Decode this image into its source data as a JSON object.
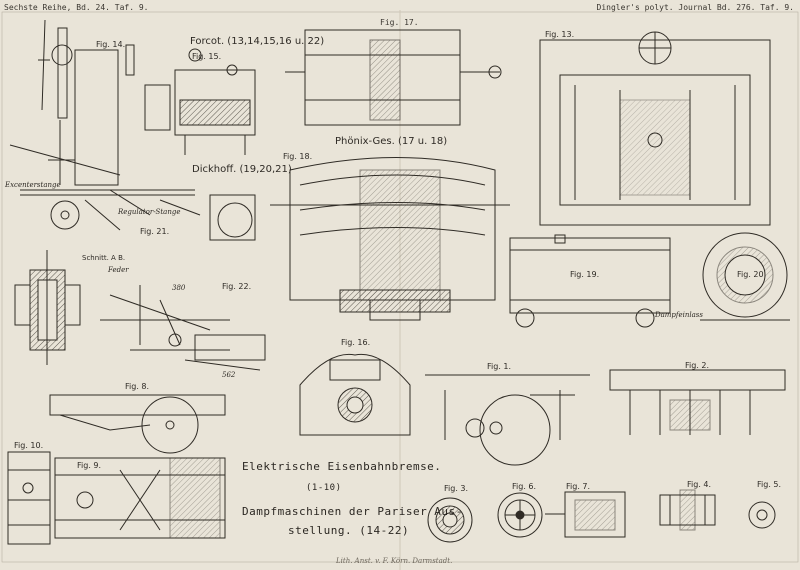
{
  "header": {
    "left": "Sechste Reihe, Bd. 24. Taf. 9.",
    "center": "Fig. 17.",
    "right": "Dingler's polyt. Journal Bd. 276. Taf. 9."
  },
  "makers": {
    "forcot": "Forcot. (13,14,15,16 u. 22)",
    "dickhoff": "Dickhoff. (19,20,21)",
    "phoenix": "Phönix-Ges. (17 u. 18)"
  },
  "figures": {
    "fig1": "Fig. 1.",
    "fig2": "Fig. 2.",
    "fig3": "Fig. 3.",
    "fig4": "Fig. 4.",
    "fig5": "Fig. 5.",
    "fig6": "Fig. 6.",
    "fig7": "Fig. 7.",
    "fig8": "Fig. 8.",
    "fig9": "Fig. 9.",
    "fig10": "Fig. 10.",
    "fig13": "Fig. 13.",
    "fig14": "Fig. 14.",
    "fig15": "Fig. 15.",
    "fig16": "Fig. 16.",
    "fig18": "Fig. 18.",
    "fig19": "Fig. 19.",
    "fig20": "Fig. 20.",
    "fig21": "Fig. 21.",
    "fig22": "Fig. 22."
  },
  "annotations": {
    "excenterstange": "Excenterstange",
    "regulator": "Regulator-Stange",
    "schnitt": "Schnitt. A B.",
    "feder": "Feder",
    "dampfeinlass": "Dampfeinlass",
    "dim_380": "380",
    "dim_562": "562"
  },
  "title": {
    "line1": "Elektrische Eisenbahnbremse.",
    "line2": "(1-10)",
    "line3": "Dampfmaschinen der Pariser Aus-",
    "line4": "stellung. (14-22)"
  },
  "footer": {
    "credit": "Lith. Anst. v. F. Körn. Darmstadt."
  }
}
